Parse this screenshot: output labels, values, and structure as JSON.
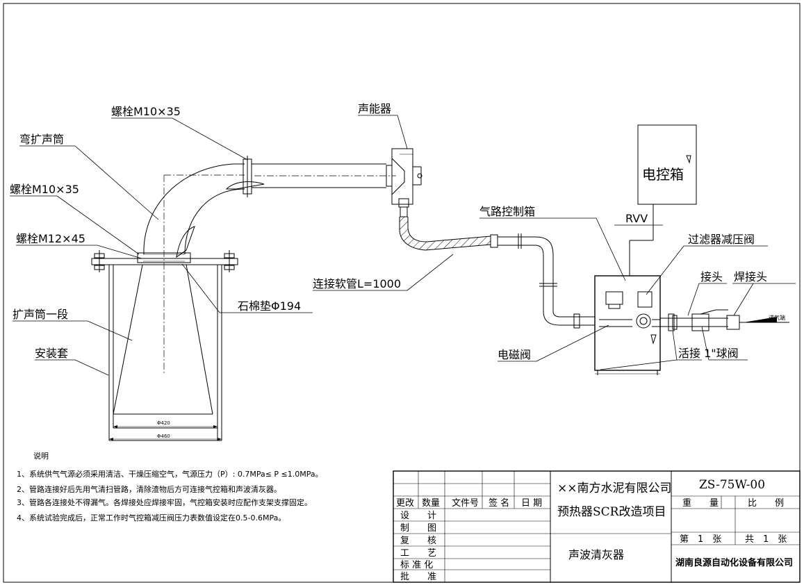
{
  "labels": {
    "bolt_top": "螺栓M10×35",
    "sound_generator": "声能器",
    "bend_horn": "弯扩声筒",
    "bolt_left": "螺栓M10×35",
    "bolt_flange": "螺栓M12×45",
    "control_box": "电控箱",
    "rvv": "RVV",
    "gas_control_box": "气路控制箱",
    "filter_valve": "过滤器减压阀",
    "hose": "连接软管L=1000",
    "joint": "接头",
    "weld_joint": "焊接头",
    "gasket": "石棉垫Φ194",
    "horn_section": "扩声筒一段",
    "mount_sleeve": "安装套",
    "solenoid": "电磁阀",
    "union_ball": "活接 1\"球阀",
    "inlet": "进气端",
    "dim_420": "Φ420",
    "dim_460": "Φ460"
  },
  "notes": {
    "title": "说明",
    "items": [
      "1、系统供气气源必须采用清洁、干燥压缩空气，气源压力（P）: 0.7MPa≤ P ≤1.0MPa。",
      "2、管路连接好后先用气清扫管路，清除渣物后方可连接气控箱和声波清灰器。",
      "3、管路各连接处不得漏气。各焊接处应焊接牢固，气控箱安装时应配作支架支撑固定。",
      "4、系统试验完成后，正常工作时气控箱减压阀压力表数值设定在0.5-0.6MPa。"
    ]
  },
  "title_block": {
    "rev_headers": [
      "更改",
      "数量",
      "文件号",
      "签 名",
      "日 期"
    ],
    "roles": [
      "设　　计",
      "制　　图",
      "复　　核",
      "工　　艺",
      "标 准 化",
      "批　　准"
    ],
    "company_line1": "××南方水泥有限公司",
    "company_line2": "预热器SCR改造项目",
    "product": "声波清灰器",
    "drawing_no": "ZS-75W-00",
    "weight_label": "重　　量",
    "scale_label": "比　　例",
    "sheet_label": "第　1　张",
    "total_label": "共　1　张",
    "maker": "湖南良源自动化设备有限公司"
  }
}
